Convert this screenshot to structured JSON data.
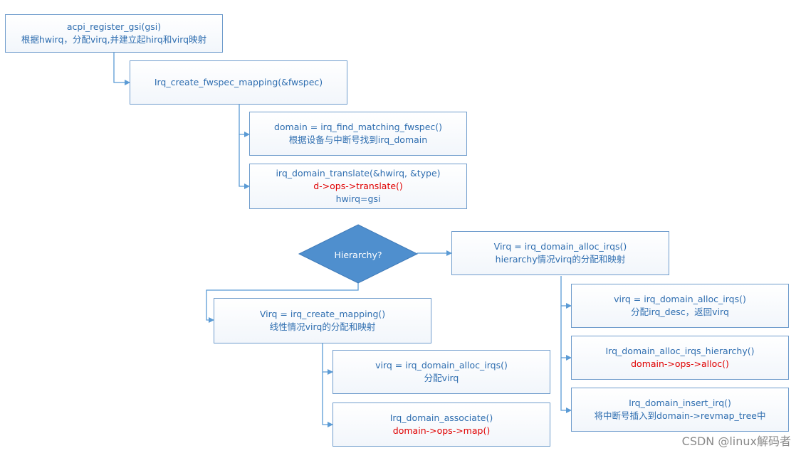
{
  "colors": {
    "line": "#5b9bd5",
    "box_border": "#6f9ccc",
    "text": "#2f6eb0",
    "red": "#e00000",
    "diamond": "#4f8fce"
  },
  "boxes": {
    "acpi": {
      "line1": "acpi_register_gsi(gsi)",
      "line2": "根据hwirq，分配virq,并建立起hirq和virq映射"
    },
    "fwspec": {
      "line1": "Irq_create_fwspec_mapping(&fwspec)"
    },
    "find": {
      "line1": "domain = irq_find_matching_fwspec()",
      "line2": "根据设备与中断号找到irq_domain"
    },
    "translate": {
      "line1": "irq_domain_translate(&hwirq, &type)",
      "line2": "d->ops->translate()",
      "line3": "hwirq=gsi"
    },
    "diamond": {
      "label": "Hierarchy?"
    },
    "alloc_h": {
      "line1": "Virq = irq_domain_alloc_irqs()",
      "line2": "hierarchy情况virq的分配和映射"
    },
    "alloc_h1": {
      "line1": "virq = irq_domain_alloc_irqs()",
      "line2": "分配irq_desc，返回virq"
    },
    "alloc_h2": {
      "line1": "Irq_domain_alloc_irqs_hierarchy()",
      "line2": "domain->ops->alloc()"
    },
    "alloc_h3": {
      "line1": "Irq_domain_insert_irq()",
      "line2": "将中断号插入到domain->revmap_tree中"
    },
    "create_map": {
      "line1": "Virq = irq_create_mapping()",
      "line2": "线性情况virq的分配和映射"
    },
    "linear1": {
      "line1": "virq = irq_domain_alloc_irqs()",
      "line2": "分配virq"
    },
    "linear2": {
      "line1": "Irq_domain_associate()",
      "line2": "domain->ops->map()"
    }
  },
  "watermark": "CSDN @linux解码者"
}
